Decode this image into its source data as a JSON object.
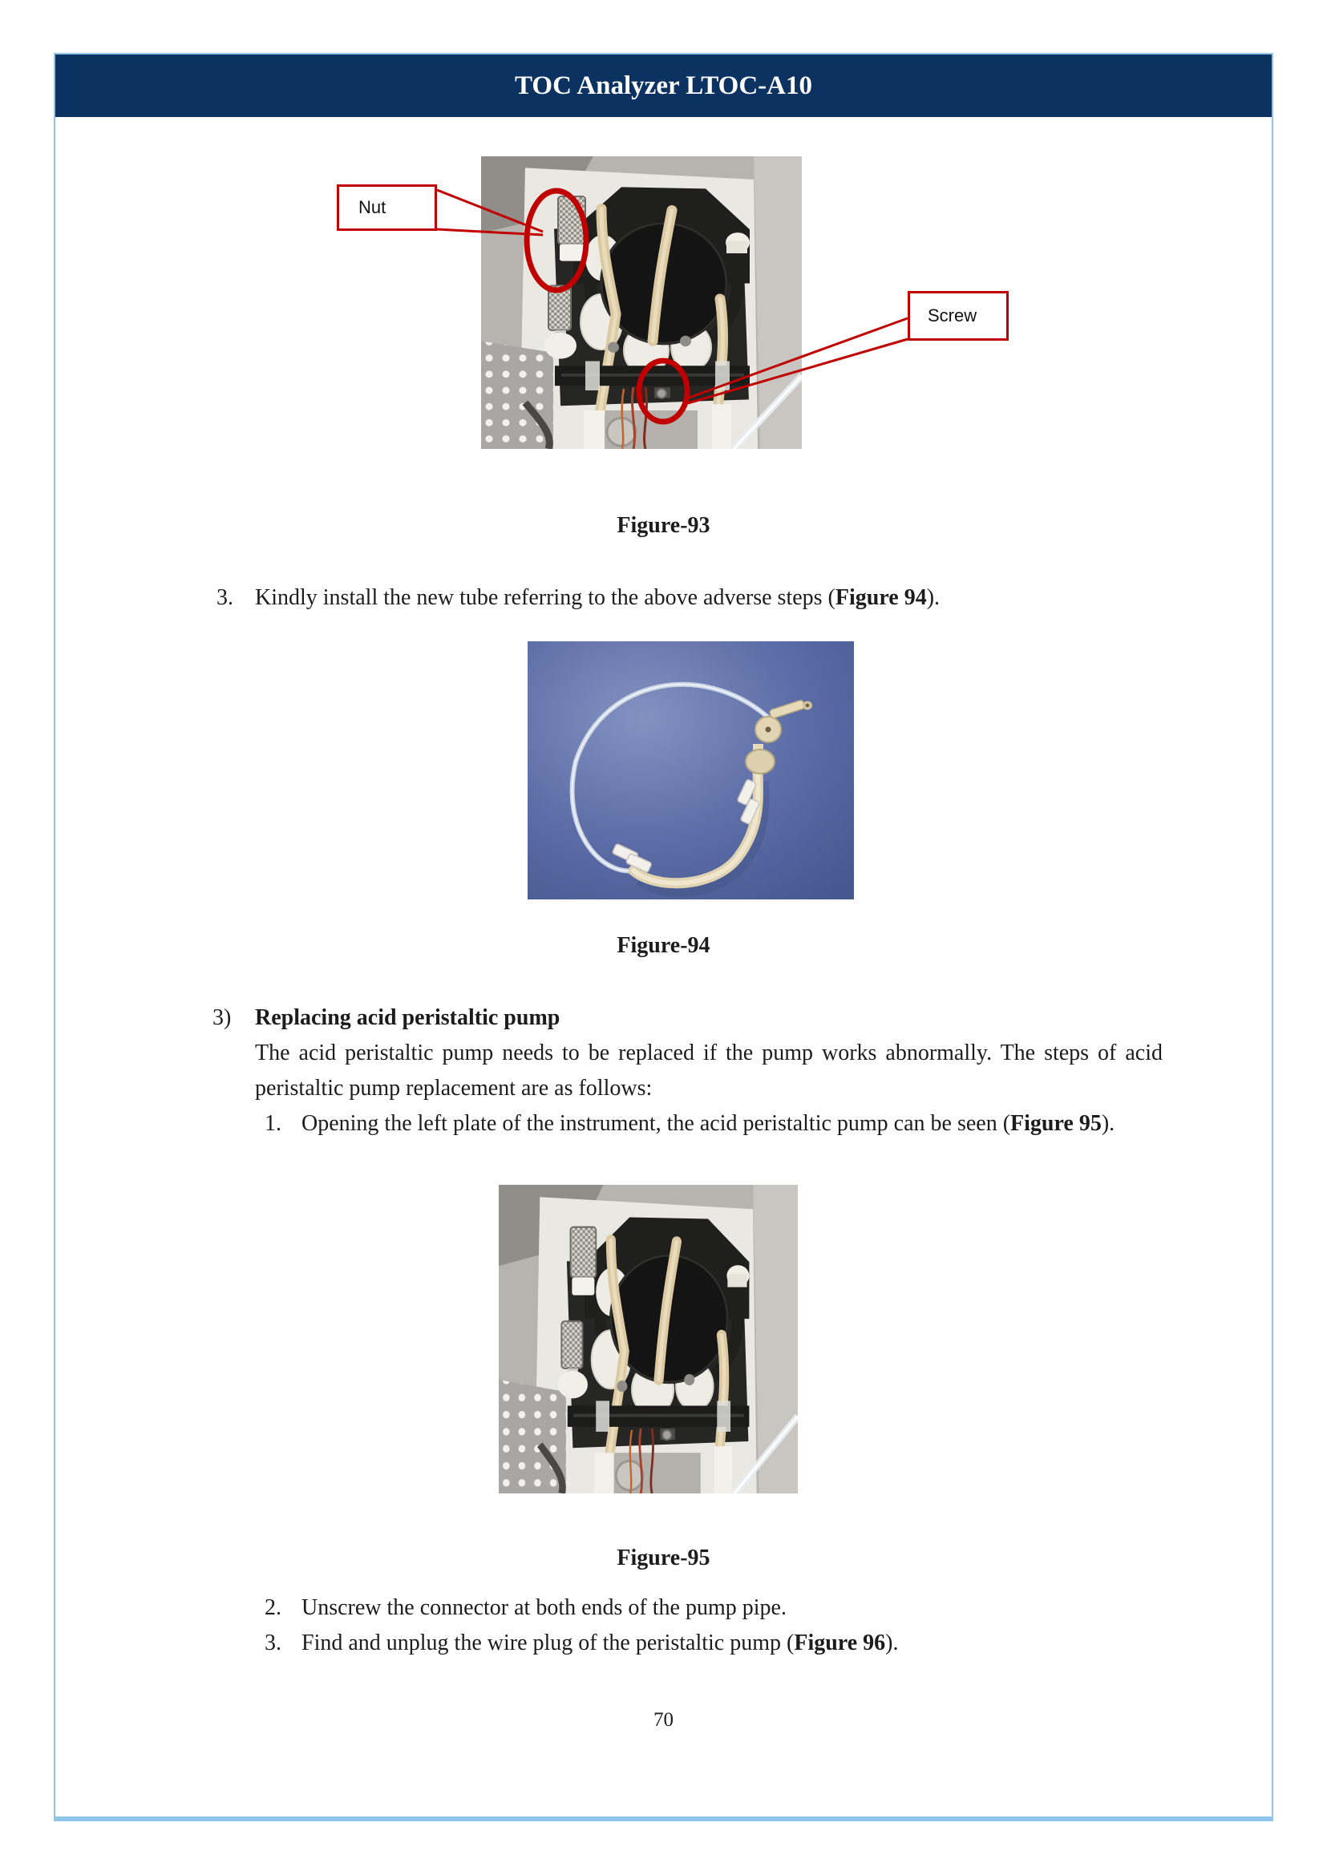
{
  "header": {
    "title": "TOC Analyzer LTOC-A10"
  },
  "figure93": {
    "caption": "Figure-93",
    "nut_label": "Nut",
    "screw_label": "Screw"
  },
  "install_step": {
    "marker": "3.",
    "text_pre": "Kindly install the new tube referring to the above adverse steps (",
    "text_bold": "Figure 94",
    "text_post": ")."
  },
  "figure94": {
    "caption": "Figure-94"
  },
  "section": {
    "marker": "3)",
    "heading": "Replacing acid peristaltic pump",
    "paragraph": "The acid peristaltic pump needs to be replaced if the pump works abnormally. The steps of acid peristaltic pump replacement are as follows:",
    "step1": {
      "marker": "1.",
      "text_pre": "Opening the left plate of the instrument, the acid peristaltic pump can be seen (",
      "text_bold": "Figure 95",
      "text_post": ")."
    }
  },
  "figure95": {
    "caption": "Figure-95"
  },
  "step2": {
    "marker": "2.",
    "text": "Unscrew the connector at both ends of the pump pipe."
  },
  "step3": {
    "marker": "3.",
    "text_pre": "Find and unplug the wire plug of the peristaltic pump (",
    "text_bold": "Figure 96",
    "text_post": ")."
  },
  "footer": {
    "page_number": "70"
  },
  "colors": {
    "header_navy": "#0b3261",
    "page_border_blue": "#90c5ea",
    "annotation_red": "#c00000",
    "figure94_background_blue": "#56679e"
  }
}
